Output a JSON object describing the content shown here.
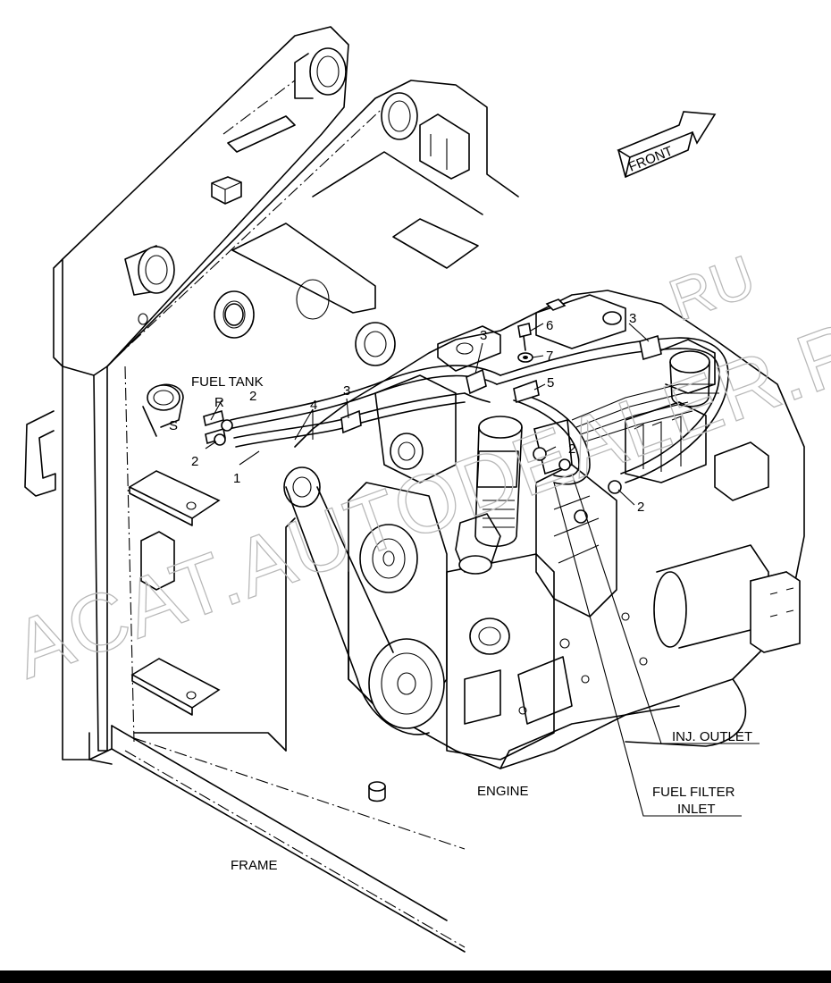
{
  "labels": {
    "fuel_tank": "FUEL TANK",
    "front": "FRONT",
    "engine": "ENGINE",
    "frame": "FRAME",
    "inj_outlet": "INJ. OUTLET",
    "fuel_filter_1": "FUEL FILTER",
    "fuel_filter_2": "INLET",
    "r": "R",
    "s": "S"
  },
  "callouts": [
    "1",
    "2",
    "2",
    "2",
    "2",
    "3",
    "3",
    "3",
    "4",
    "5",
    "6",
    "7"
  ],
  "watermark": {
    "main": "ACAT.AUTODEALER.RU",
    "ru": "RU",
    "color": "#b9b9b9"
  },
  "colors": {
    "line": "#000000",
    "background": "#ffffff"
  }
}
